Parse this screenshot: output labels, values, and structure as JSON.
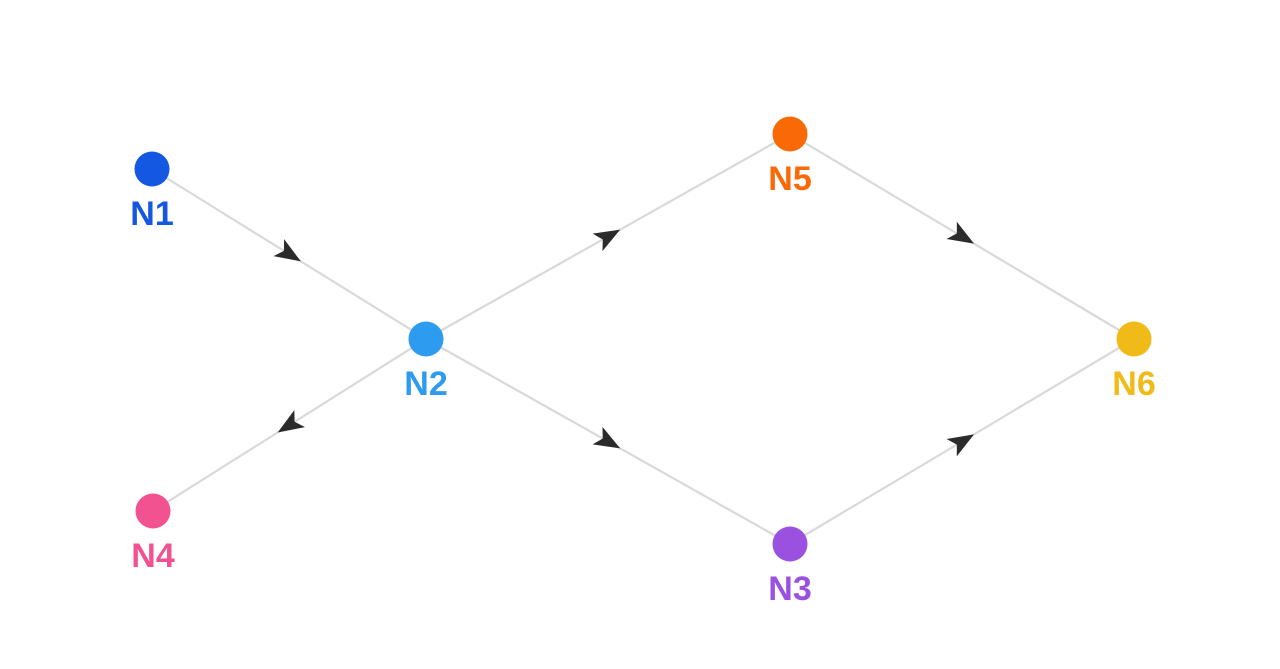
{
  "colors": {
    "edge": "#d9d9d9",
    "arrow": "#2b2b2b",
    "background": "#ffffff"
  },
  "nodes": [
    {
      "id": "N1",
      "label": "N1",
      "color": "#1457e0"
    },
    {
      "id": "N2",
      "label": "N2",
      "color": "#2d9bf0"
    },
    {
      "id": "N3",
      "label": "N3",
      "color": "#9b51e0"
    },
    {
      "id": "N4",
      "label": "N4",
      "color": "#f2528f"
    },
    {
      "id": "N5",
      "label": "N5",
      "color": "#f96a06"
    },
    {
      "id": "N6",
      "label": "N6",
      "color": "#f0bb18"
    }
  ],
  "edges": [
    {
      "from": "N1",
      "to": "N2"
    },
    {
      "from": "N2",
      "to": "N4"
    },
    {
      "from": "N2",
      "to": "N5"
    },
    {
      "from": "N2",
      "to": "N3"
    },
    {
      "from": "N5",
      "to": "N6"
    },
    {
      "from": "N3",
      "to": "N6"
    }
  ]
}
